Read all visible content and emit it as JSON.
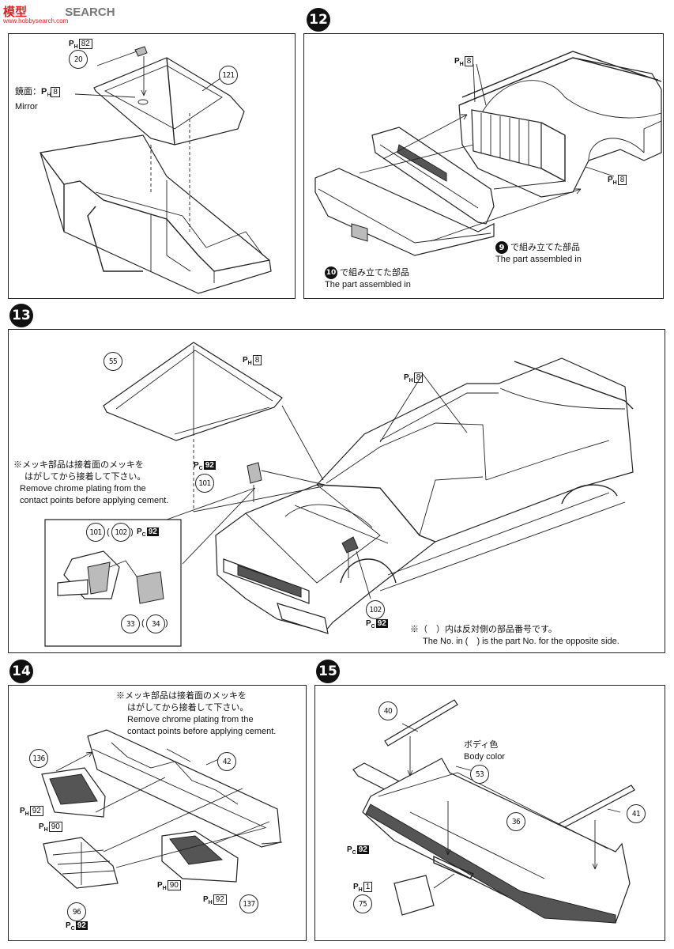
{
  "watermark": {
    "text_red": "模型",
    "text_grey": "SEARCH",
    "sub": "www.hobbysearch.com"
  },
  "panel11": {
    "top_tag_label": "P",
    "top_tag_sub": "H",
    "top_tag_box": "82",
    "parts": {
      "p20": "20",
      "p121": "121"
    },
    "mirror_jp": "鏡面：",
    "mirror_tag_label": "P",
    "mirror_tag_sub": "H",
    "mirror_tag_box": "8",
    "mirror_en": "Mirror"
  },
  "panel12": {
    "step": "12",
    "tag_top": {
      "label": "P",
      "sub": "H",
      "box": "8"
    },
    "tag_right": {
      "label": "P",
      "sub": "H",
      "box": "8"
    },
    "assembled9_jp": "で組み立てた部品",
    "assembled9_en": "The part assembled in",
    "ref9": "9",
    "assembled10_jp": "で組み立てた部品",
    "assembled10_en": "The part assembled in",
    "ref10": "10"
  },
  "panel13": {
    "step": "13",
    "parts": {
      "p55": "55",
      "p101": "101",
      "p101b": "101",
      "p102": "102",
      "p102b": "102",
      "p33": "33",
      "p34": "34"
    },
    "hood_tag": {
      "label": "P",
      "sub": "H",
      "box": "8"
    },
    "body_tag": {
      "label": "P",
      "sub": "H",
      "box": "8"
    },
    "pc92_a": {
      "label": "P",
      "sub": "C",
      "box": "92"
    },
    "pc92_b": {
      "label": "P",
      "sub": "C",
      "box": "92"
    },
    "pc92_c": {
      "label": "P",
      "sub": "C",
      "box": "92"
    },
    "chrome_jp1": "※メッキ部品は接着面のメッキを",
    "chrome_jp2": "はがしてから接着して下さい。",
    "chrome_en1": "Remove chrome plating from the",
    "chrome_en2": "contact points before applying cement.",
    "opp_jp": "※（　）内は反対側の部品番号です。",
    "opp_en": "The No. in (　) is the part No. for the opposite side."
  },
  "panel14": {
    "step": "14",
    "parts": {
      "p136": "136",
      "p42": "42",
      "p96": "96",
      "p137": "137"
    },
    "tags": {
      "ph92a": {
        "label": "P",
        "sub": "H",
        "box": "92"
      },
      "ph90a": {
        "label": "P",
        "sub": "H",
        "box": "90"
      },
      "ph90b": {
        "label": "P",
        "sub": "H",
        "box": "90"
      },
      "ph92b": {
        "label": "P",
        "sub": "H",
        "box": "92"
      },
      "pc92": {
        "label": "P",
        "sub": "C",
        "box": "92"
      }
    },
    "chrome_jp1": "※メッキ部品は接着面のメッキを",
    "chrome_jp2": "はがしてから接着して下さい。",
    "chrome_en1": "Remove chrome plating from the",
    "chrome_en2": "contact points before applying cement."
  },
  "panel15": {
    "step": "15",
    "parts": {
      "p40": "40",
      "p53": "53",
      "p36": "36",
      "p41": "41",
      "p75": "75"
    },
    "body_color_jp": "ボディ色",
    "body_color_en": "Body color",
    "pc92": {
      "label": "P",
      "sub": "C",
      "box": "92"
    },
    "ph1": {
      "label": "P",
      "sub": "H",
      "box": "1"
    }
  }
}
